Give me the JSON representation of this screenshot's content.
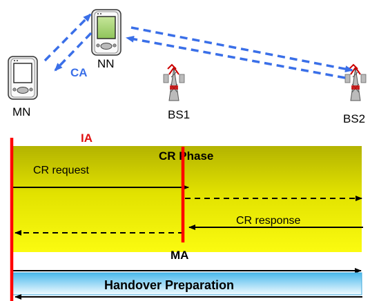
{
  "nodes": {
    "mn": {
      "label": "MN",
      "icon": "pda-icon"
    },
    "nn": {
      "label": "NN",
      "icon": "pda-icon"
    },
    "bs1": {
      "label": "BS1",
      "icon": "cell-tower-icon"
    },
    "bs2": {
      "label": "BS2",
      "icon": "cell-tower-icon"
    }
  },
  "annotations": {
    "ca": "CA",
    "ia": "IA",
    "ma": "MA"
  },
  "phase": {
    "title": "CR Phase"
  },
  "messages": {
    "request": "CR request",
    "response": "CR response"
  },
  "handover": {
    "label": "Handover Preparation"
  },
  "colors": {
    "phase_fill_top": "#b5b500",
    "phase_fill_bottom": "#f7f700",
    "handover_fill_top": "#5ec4f0",
    "handover_fill_bottom": "#e6f7fd",
    "marker": "#ff0000",
    "signal": "#3a6fe8",
    "ca_text": "#3a6fe8",
    "ia_text": "#e01010"
  }
}
